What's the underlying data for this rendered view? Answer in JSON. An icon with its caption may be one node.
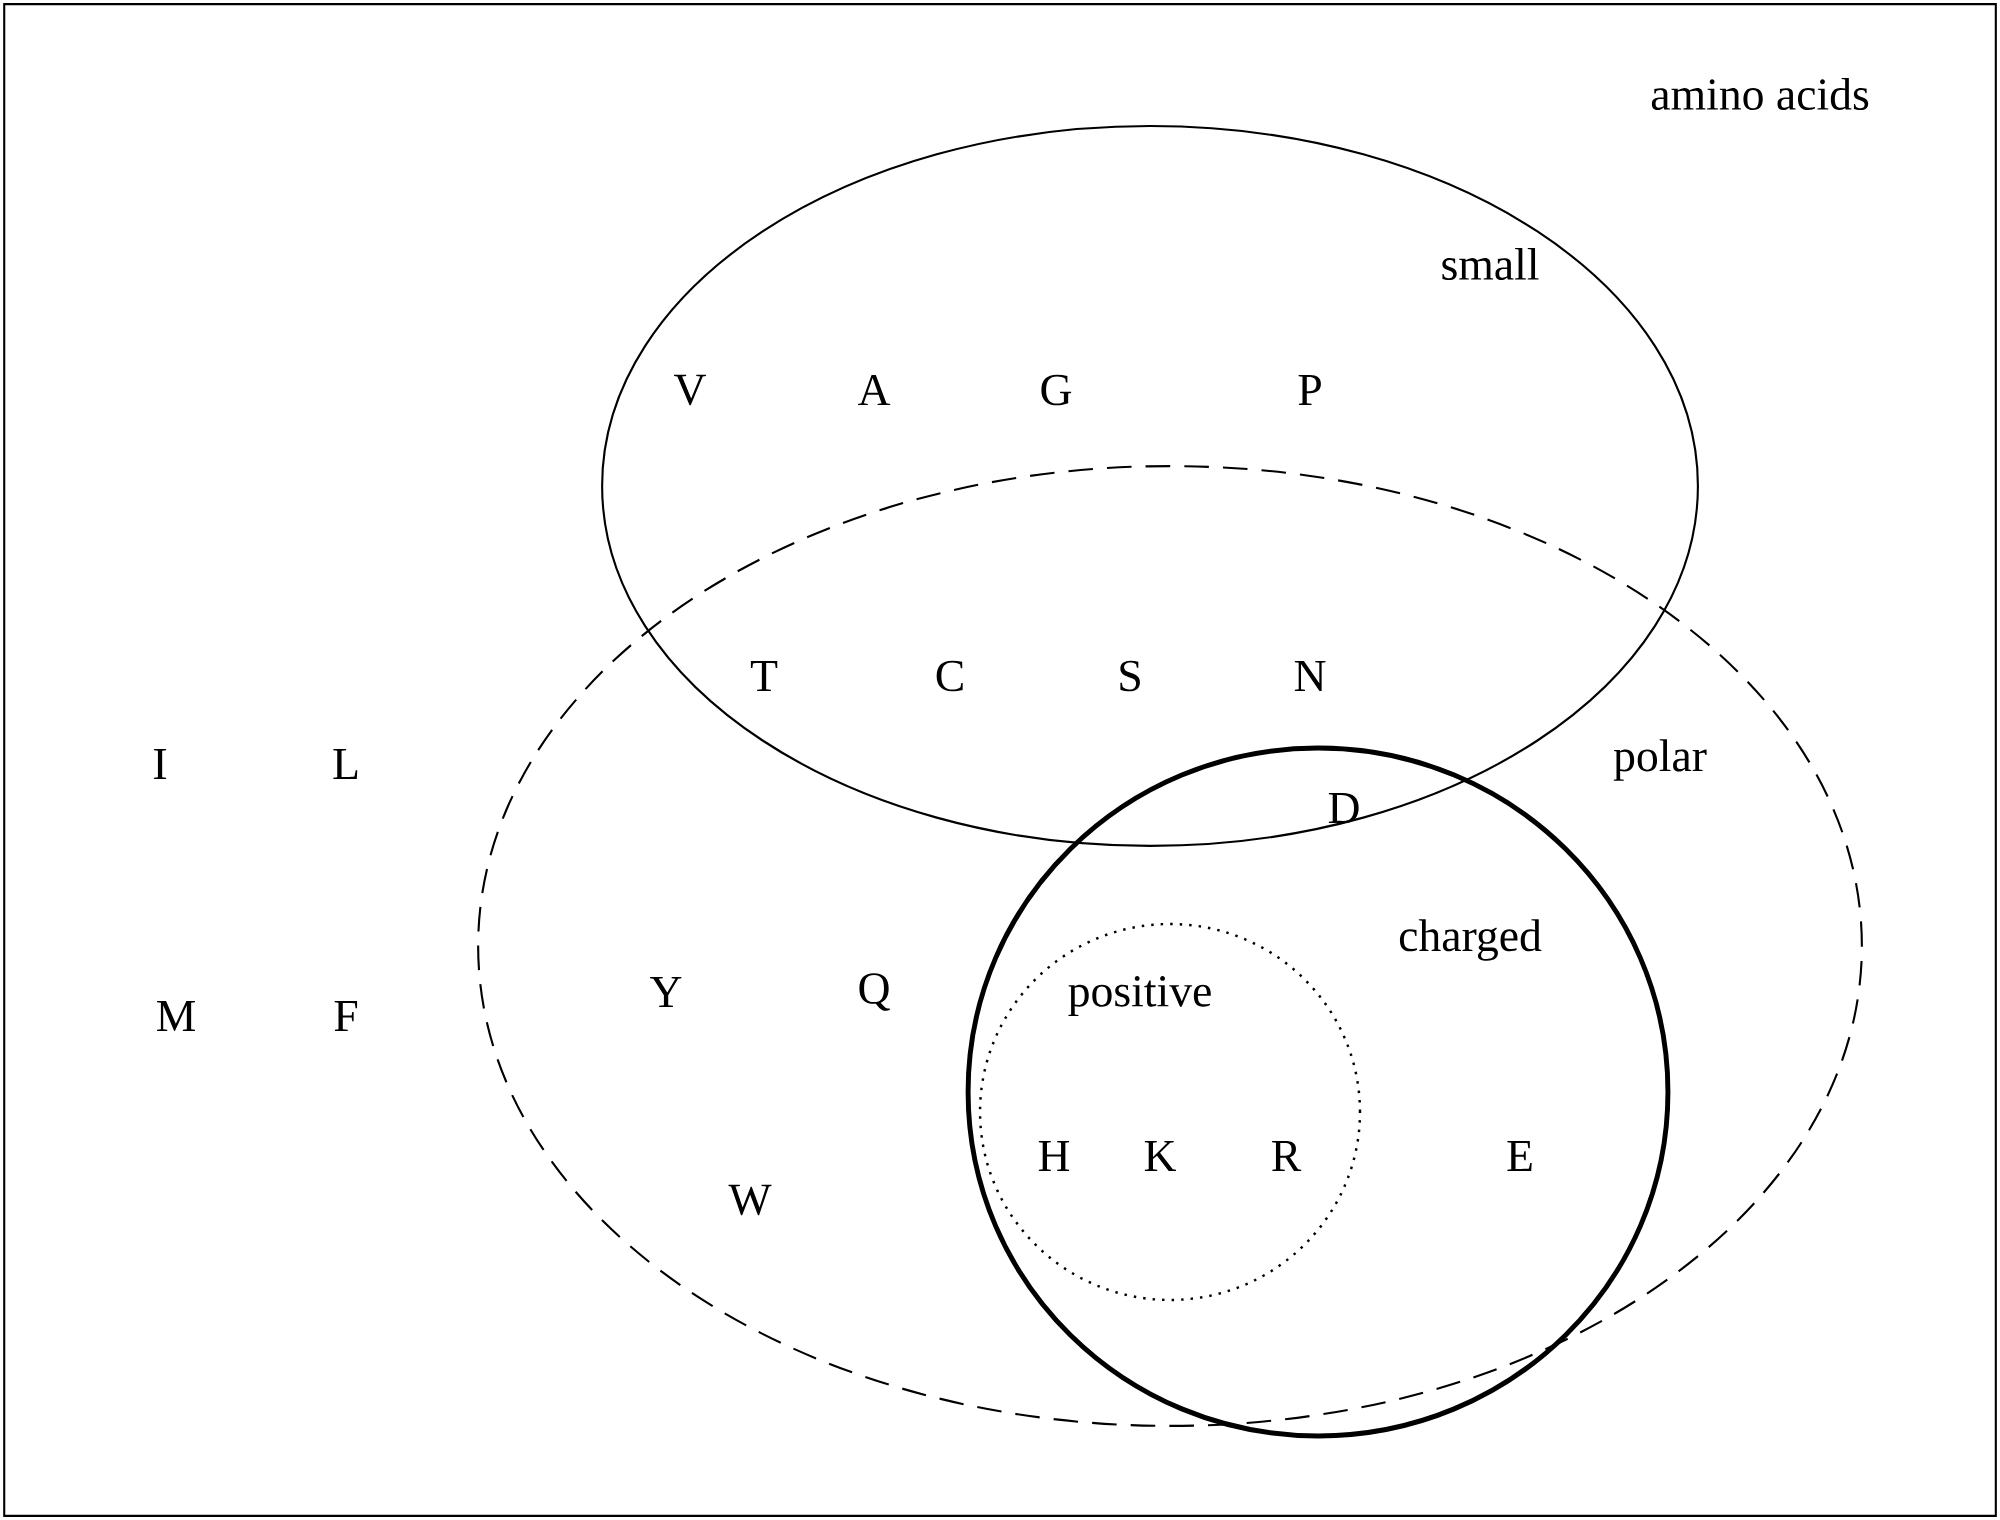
{
  "diagram": {
    "nodes": [
      {
        "text": [
          "amino acids"
        ]
      },
      {
        "text": [
          "small"
        ],
        "in": 0
      },
      {
        "text": [
          "polar"
        ],
        "in": 0
      },
      {
        "text": [
          "charged"
        ],
        "in": 2
      },
      {
        "text": [
          "positive"
        ],
        "in": 3
      }
    ],
    "edges": [],
    "labels": [
      "V",
      "A",
      "G",
      "P",
      "T",
      "C",
      "S",
      "N",
      "I",
      "L",
      "D",
      "Y",
      "Q",
      "M",
      "F",
      "H",
      "K",
      "R",
      "E",
      "W"
    ]
  }
}
